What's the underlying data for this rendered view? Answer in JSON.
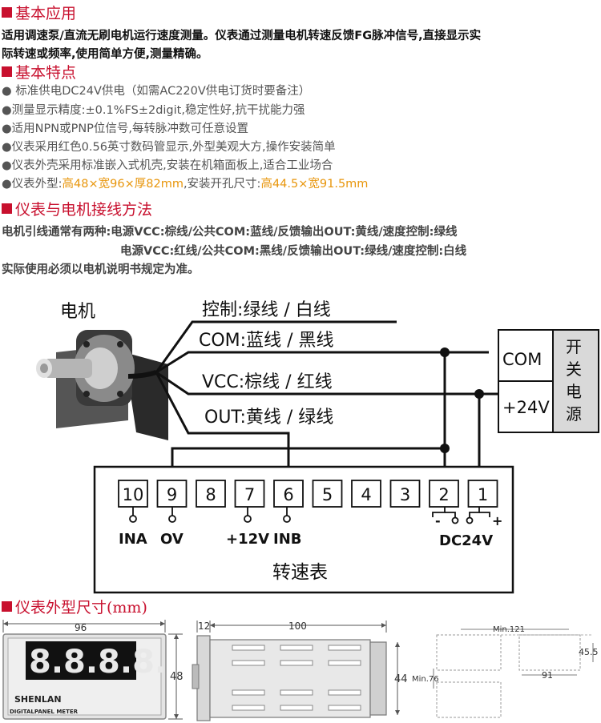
{
  "sections": {
    "application": {
      "title": "基本应用",
      "line1": "适用调速泵/直流无刷电机运行速度测量。仪表通过测量电机转速反馈FG脉冲信号,直接显示实",
      "line2": "际转速或频率,使用简单方便,测量精确。"
    },
    "features": {
      "title": "基本特点",
      "items": [
        "● 标准供电DC24V供电（如需AC220V供电订货时要备注）",
        "●测量显示精度:±0.1%FS±2digit,稳定性好,抗干扰能力强",
        "●适用NPN或PNP位信号,每转脉冲数可任意设置",
        "●仪表采用红色0.56英寸数码管显示,外型美观大方,操作安装简单",
        "●仪表外壳采用标准嵌入式机壳,安装在机箱面板上,适合工业场合"
      ],
      "last_prefix": "●仪表外型:",
      "last_dims": "高48×宽96×厚82mm",
      "last_mid": ",安装开孔尺寸:",
      "last_cutout": "高44.5×宽91.5mm"
    },
    "wiring": {
      "title": "仪表与电机接线方法",
      "line1": "电机引线通常有两种:电源VCC:棕线/公共COM:蓝线/反馈输出OUT:黄线/速度控制:绿线",
      "line2": "电源VCC:红线/公共COM:黑线/反馈输出OUT:绿线/速度控制:白线",
      "line3": "实际使用必须以电机说明书规定为准。"
    },
    "dimensions": {
      "title": "仪表外型尺寸(mm)"
    }
  },
  "diagram": {
    "motor_label": "电机",
    "wires": {
      "control": "控制:绿线 / 白线",
      "com": "COM:蓝线 / 黑线",
      "vcc": "VCC:棕线 / 红线",
      "out": "OUT:黄线 / 绿线"
    },
    "psu": {
      "com": "COM",
      "v24": "+24V",
      "name_chars": [
        "开",
        "关",
        "电",
        "源"
      ]
    },
    "terminals": [
      "10",
      "9",
      "8",
      "7",
      "6",
      "5",
      "4",
      "3",
      "2",
      "1"
    ],
    "terminal_labels": {
      "ina": "INA",
      "ov": "OV",
      "v12": "+12V",
      "inb": "INB",
      "dc24": "DC24V",
      "minus": "-",
      "plus": "+"
    },
    "meter_name": "转速表"
  },
  "drawings": {
    "front": {
      "width": "96",
      "height": "48",
      "display": "8.8.8.8.",
      "brand": "SHENLAN",
      "subtitle": "DIGITALPANEL METER"
    },
    "side": {
      "front_depth": "12",
      "body_depth": "100",
      "body_height": "44"
    },
    "cutout": {
      "min_spacing_h": "Min.121",
      "hole_height": "45.5",
      "hole_width": "91",
      "min_spacing_v": "Min.76"
    }
  },
  "colors": {
    "accent_red": "#c8102e",
    "highlight_orange": "#e8960c"
  }
}
